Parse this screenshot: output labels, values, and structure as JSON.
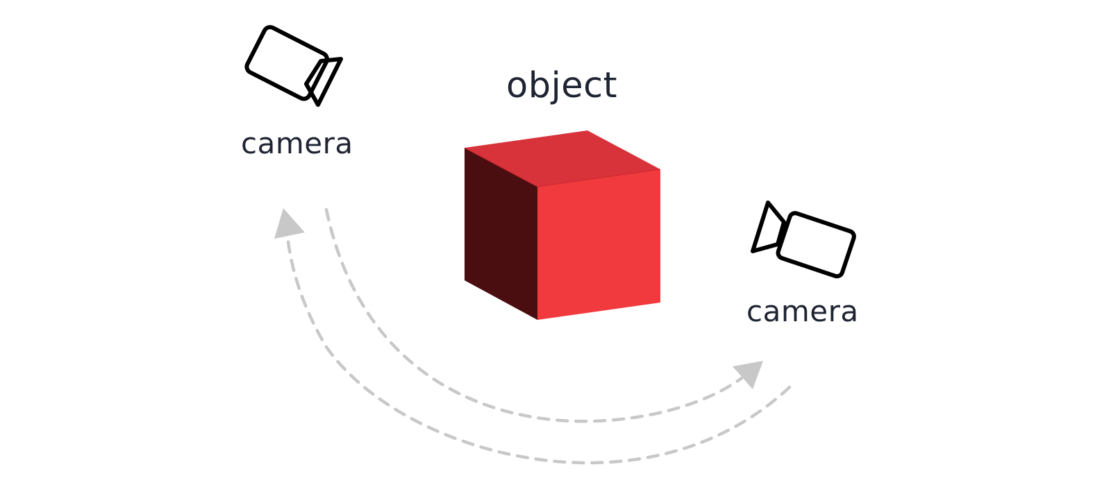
{
  "labels": {
    "object": "object",
    "camera_left": "camera",
    "camera_right": "camera"
  },
  "icons": {
    "camera_left": "video-camera-icon",
    "camera_right": "video-camera-icon",
    "object": "cube-icon",
    "arrow_inner": "dashed-arc-arrow",
    "arrow_outer": "dashed-arc-arrow"
  },
  "colors": {
    "cube_front": "#f03a3e",
    "cube_top": "#d8323a",
    "cube_side": "#4a0d10",
    "arrow": "#c8c8c8",
    "text": "#1f2433",
    "icon_stroke": "#000000"
  }
}
